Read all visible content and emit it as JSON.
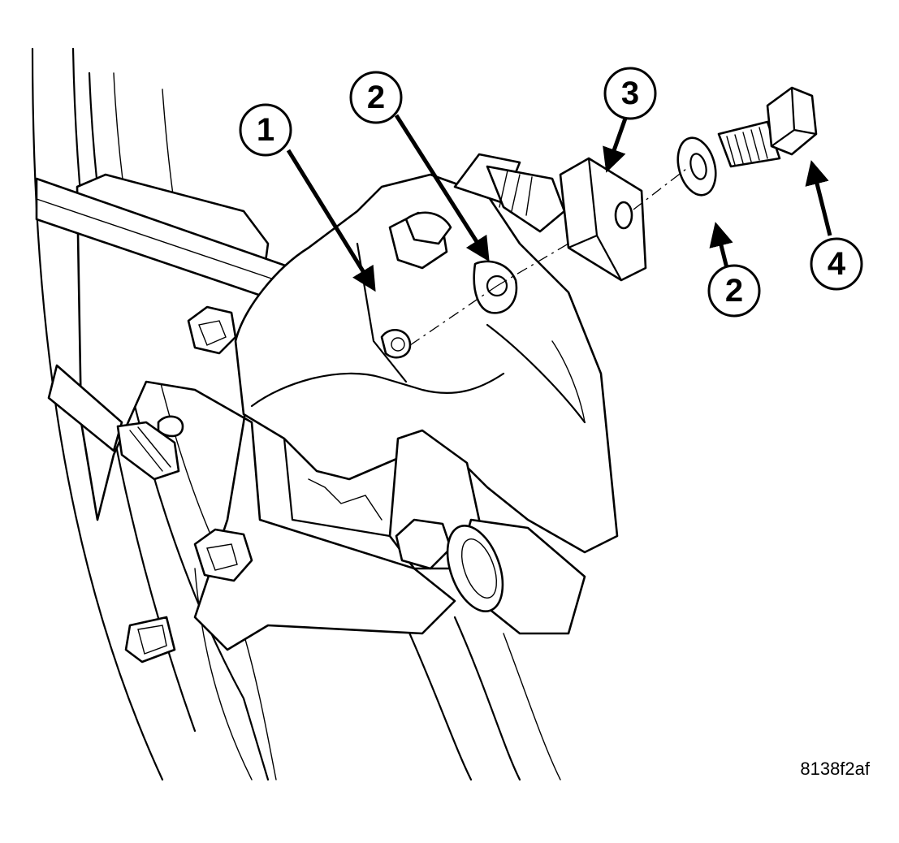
{
  "figure": {
    "id_text": "8138f2af"
  },
  "callouts": [
    {
      "label": "1"
    },
    {
      "label": "2"
    },
    {
      "label": "3"
    },
    {
      "label": "2"
    },
    {
      "label": "4"
    }
  ],
  "colors": {
    "ink": "#000000",
    "paper": "#ffffff"
  }
}
